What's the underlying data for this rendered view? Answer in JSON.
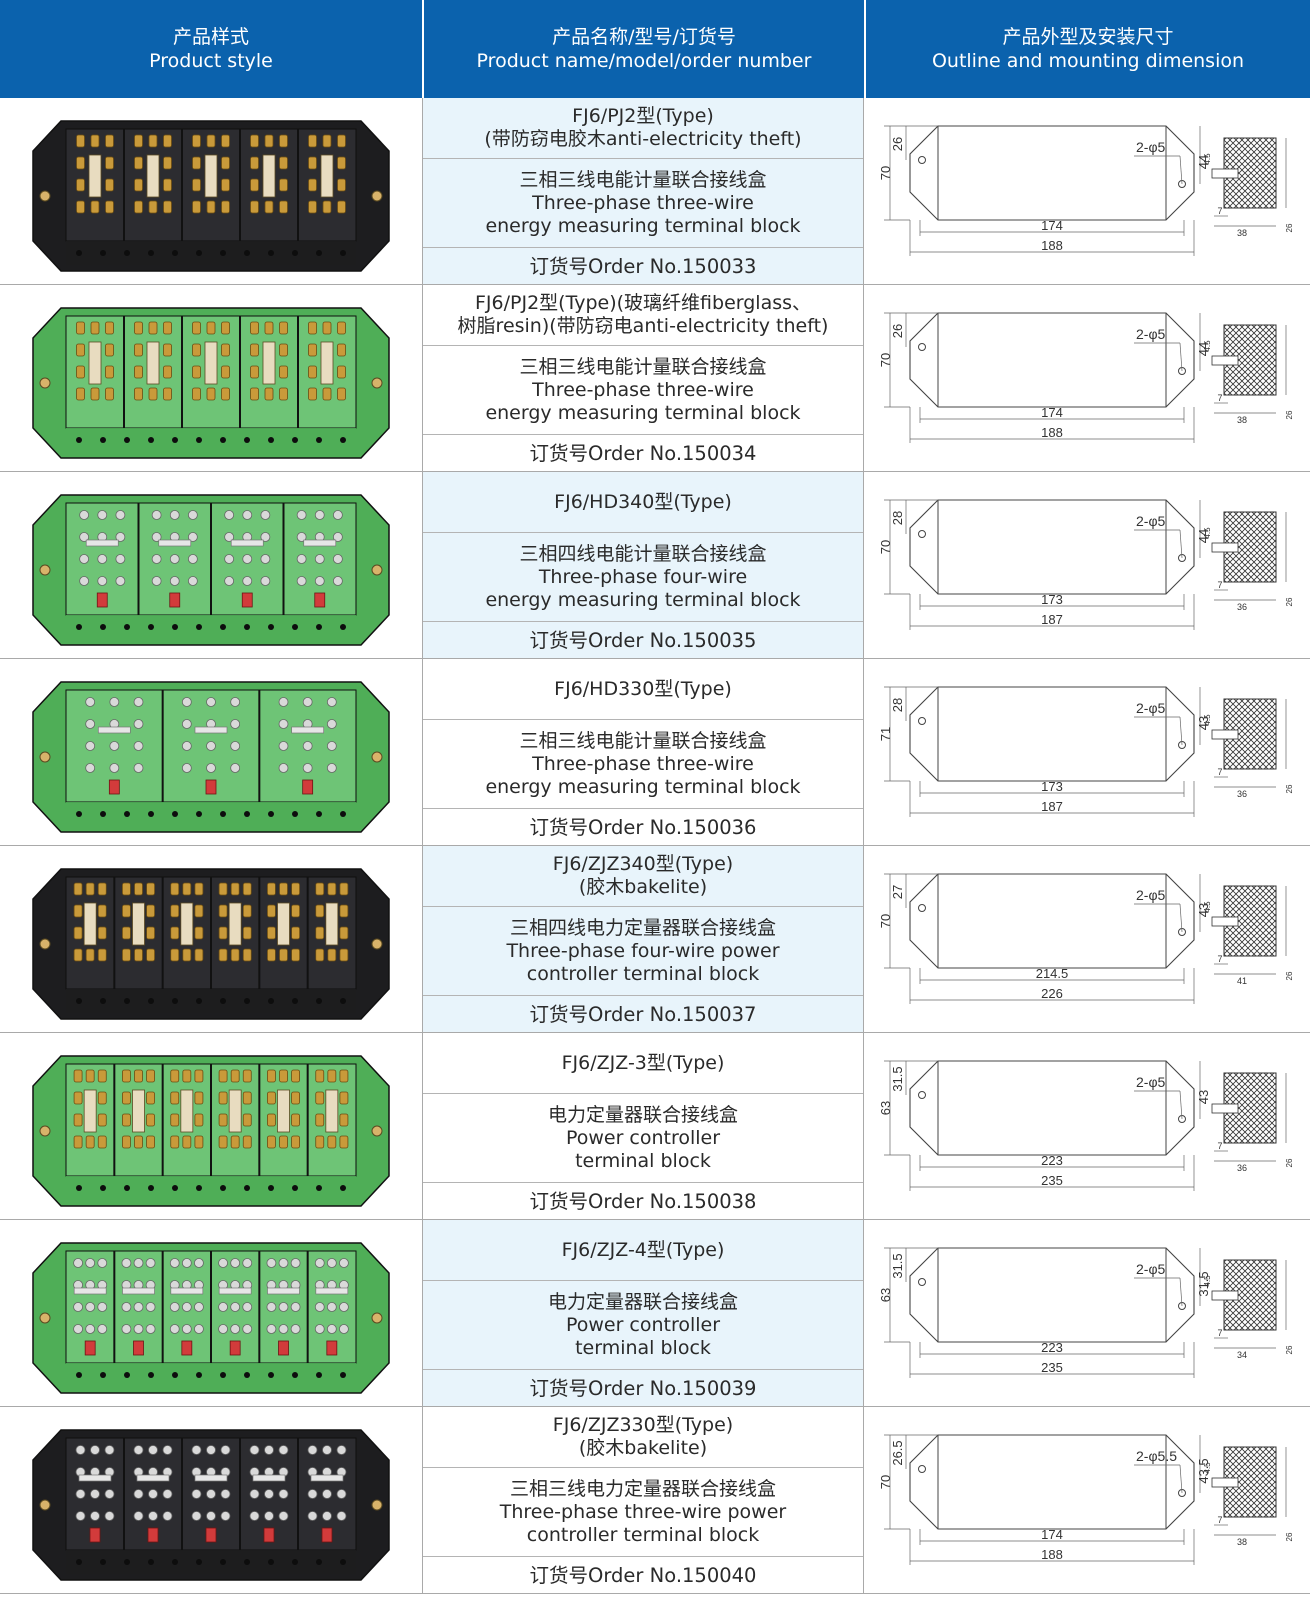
{
  "header": {
    "col1_cn": "产品样式",
    "col1_en": "Product style",
    "col2_cn": "产品名称/型号/订货号",
    "col2_en": "Product name/model/order number",
    "col3_cn": "产品外型及安装尺寸",
    "col3_en": "Outline and mounting dimension"
  },
  "colors": {
    "header_blue": "#0b62ad",
    "row_tint": "#e8f4fb",
    "green_body": "#4fae57",
    "black_body": "#1d1d1f",
    "terminal_brass": "#c99a3a",
    "red_clip": "#d23b3b"
  },
  "products": [
    {
      "model": [
        "FJ6/PJ2型(Type)",
        "(带防窃电胶木anti-electricity theft)"
      ],
      "name": [
        "三相三线电能计量联合接线盒",
        "Three-phase three-wire",
        "energy measuring terminal block"
      ],
      "order": "订货号Order No.150033",
      "photo": {
        "color": "black",
        "style": "brass",
        "sections": 5,
        "icon": "terminal-block-photo-icon"
      },
      "dims": {
        "h": "70",
        "top": "26",
        "hole": "2-φ5",
        "right": "44",
        "inner": "174",
        "outer": "188",
        "side_small": "4.5",
        "side_gap": "7",
        "side_width": "38",
        "side_end": "26"
      }
    },
    {
      "model": [
        "FJ6/PJ2型(Type)(玻璃纤维fiberglass、",
        "树脂resin)(带防窃电anti-electricity theft)"
      ],
      "name": [
        "三相三线电能计量联合接线盒",
        "Three-phase three-wire",
        "energy measuring terminal block"
      ],
      "order": "订货号Order No.150034",
      "photo": {
        "color": "green",
        "style": "brass",
        "sections": 5,
        "icon": "terminal-block-photo-icon"
      },
      "dims": {
        "h": "70",
        "top": "26",
        "hole": "2-φ5",
        "right": "44",
        "inner": "174",
        "outer": "188",
        "side_small": "4.5",
        "side_gap": "7",
        "side_width": "38",
        "side_end": "26"
      }
    },
    {
      "model": [
        "FJ6/HD340型(Type)"
      ],
      "name": [
        "三相四线电能计量联合接线盒",
        "Three-phase four-wire",
        "energy measuring terminal block"
      ],
      "order": "订货号Order No.150035",
      "photo": {
        "color": "green",
        "style": "silver",
        "sections": 4,
        "icon": "terminal-block-photo-icon"
      },
      "dims": {
        "h": "70",
        "top": "28",
        "hole": "2-φ5",
        "right": "44",
        "inner": "173",
        "outer": "187",
        "side_small": "4.5",
        "side_gap": "7",
        "side_width": "36",
        "side_end": "26"
      }
    },
    {
      "model": [
        "FJ6/HD330型(Type)"
      ],
      "name": [
        "三相三线电能计量联合接线盒",
        "Three-phase three-wire",
        "energy measuring terminal block"
      ],
      "order": "订货号Order No.150036",
      "photo": {
        "color": "green",
        "style": "silver",
        "sections": 3,
        "icon": "terminal-block-photo-icon"
      },
      "dims": {
        "h": "71",
        "top": "28",
        "hole": "2-φ5",
        "right": "43",
        "inner": "173",
        "outer": "187",
        "side_small": "4.5",
        "side_gap": "7",
        "side_width": "36",
        "side_end": "26"
      }
    },
    {
      "model": [
        "FJ6/ZJZ340型(Type)",
        "(胶木bakelite)"
      ],
      "name": [
        "三相四线电力定量器联合接线盒",
        "Three-phase four-wire power",
        "controller terminal block"
      ],
      "order": "订货号Order No.150037",
      "photo": {
        "color": "black",
        "style": "brass",
        "sections": 6,
        "icon": "terminal-block-photo-icon"
      },
      "dims": {
        "h": "70",
        "top": "27",
        "hole": "2-φ5",
        "right": "43",
        "inner": "214.5",
        "outer": "226",
        "side_small": "4.5",
        "side_gap": "7",
        "side_width": "41",
        "side_end": "26"
      }
    },
    {
      "model": [
        "FJ6/ZJZ-3型(Type)"
      ],
      "name": [
        "电力定量器联合接线盒",
        "Power controller",
        "terminal block"
      ],
      "order": "订货号Order No.150038",
      "photo": {
        "color": "green",
        "style": "brass",
        "sections": 6,
        "icon": "terminal-block-photo-icon"
      },
      "dims": {
        "h": "63",
        "top": "31.5",
        "hole": "2-φ5",
        "right": "43",
        "inner": "223",
        "outer": "235",
        "side_small": "",
        "side_gap": "7",
        "side_width": "36",
        "side_end": "26"
      }
    },
    {
      "model": [
        "FJ6/ZJZ-4型(Type)"
      ],
      "name": [
        "电力定量器联合接线盒",
        "Power controller",
        "terminal block"
      ],
      "order": "订货号Order No.150039",
      "photo": {
        "color": "green",
        "style": "silver",
        "sections": 6,
        "icon": "terminal-block-photo-icon"
      },
      "dims": {
        "h": "63",
        "top": "31.5",
        "hole": "2-φ5",
        "right": "31.5",
        "inner": "223",
        "outer": "235",
        "side_small": "4.5",
        "side_gap": "7",
        "side_width": "34",
        "side_end": "26"
      }
    },
    {
      "model": [
        "FJ6/ZJZ330型(Type)",
        "(胶木bakelite)"
      ],
      "name": [
        "三相三线电力定量器联合接线盒",
        "Three-phase three-wire power",
        "controller terminal block"
      ],
      "order": "订货号Order No.150040",
      "photo": {
        "color": "black",
        "style": "silver",
        "sections": 5,
        "icon": "terminal-block-photo-icon"
      },
      "dims": {
        "h": "70",
        "top": "26.5",
        "hole": "2-φ5.5",
        "right": "43.5",
        "inner": "174",
        "outer": "188",
        "side_small": "4.5",
        "side_gap": "7",
        "side_width": "38",
        "side_end": "26"
      }
    }
  ]
}
